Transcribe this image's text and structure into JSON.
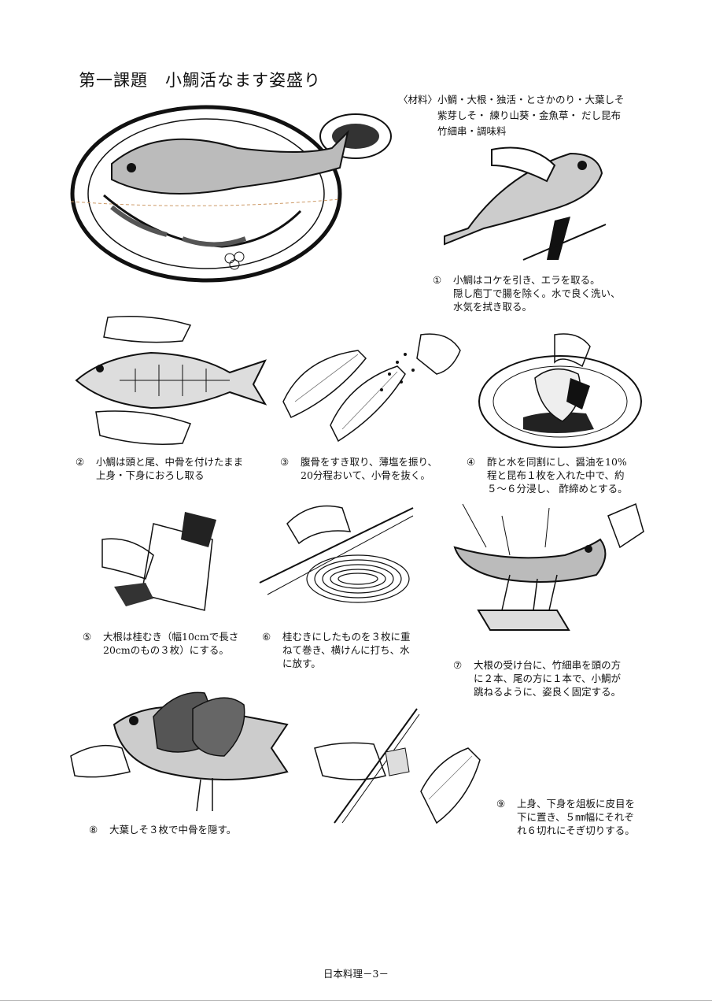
{
  "title": "第一課題　小鯛活なます姿盛り",
  "materials": {
    "label": "〈材料〉",
    "line1": "小鯛・大根・独活・とさかのり・大葉しそ",
    "line2": "紫芽しそ・ 練り山葵・金魚草・ だし昆布",
    "line3": "竹細串・調味料"
  },
  "steps": [
    {
      "num": "①",
      "lines": [
        "小鯛はコケを引き、エラを取る。",
        "隠し庖丁で腸を除く。水で良く洗い、",
        "水気を拭き取る。"
      ]
    },
    {
      "num": "②",
      "lines": [
        "小鯛は頭と尾、中骨を付けたまま",
        "上身・下身におろし取る"
      ]
    },
    {
      "num": "③",
      "lines": [
        "腹骨をすき取り、薄塩を振り、",
        "20分程おいて、小骨を抜く。"
      ]
    },
    {
      "num": "④",
      "lines": [
        "酢と水を同割にし、醤油を10%",
        "程と昆布１枚を入れた中で、約",
        "５～６分浸し、 酢締めとする。"
      ]
    },
    {
      "num": "⑤",
      "lines": [
        "大根は桂むき（幅10cmで長さ",
        "20cmのもの３枚）にする。"
      ]
    },
    {
      "num": "⑥",
      "lines": [
        "桂むきにしたものを３枚に重",
        "ねて巻き、横けんに打ち、水",
        "に放す。"
      ]
    },
    {
      "num": "⑦",
      "lines": [
        "大根の受け台に、竹細串を頭の方",
        "に２本、尾の方に１本で、小鯛が",
        "跳ねるように、姿良く固定する。"
      ]
    },
    {
      "num": "⑧",
      "lines": [
        "大葉しそ３枚で中骨を隠す。"
      ]
    },
    {
      "num": "⑨",
      "lines": [
        "上身、下身を俎板に皮目を",
        "下に置き、５㎜幅にそれぞ",
        "れ６切れにそぎ切りする。"
      ]
    }
  ],
  "footer": "日本料理－3－"
}
